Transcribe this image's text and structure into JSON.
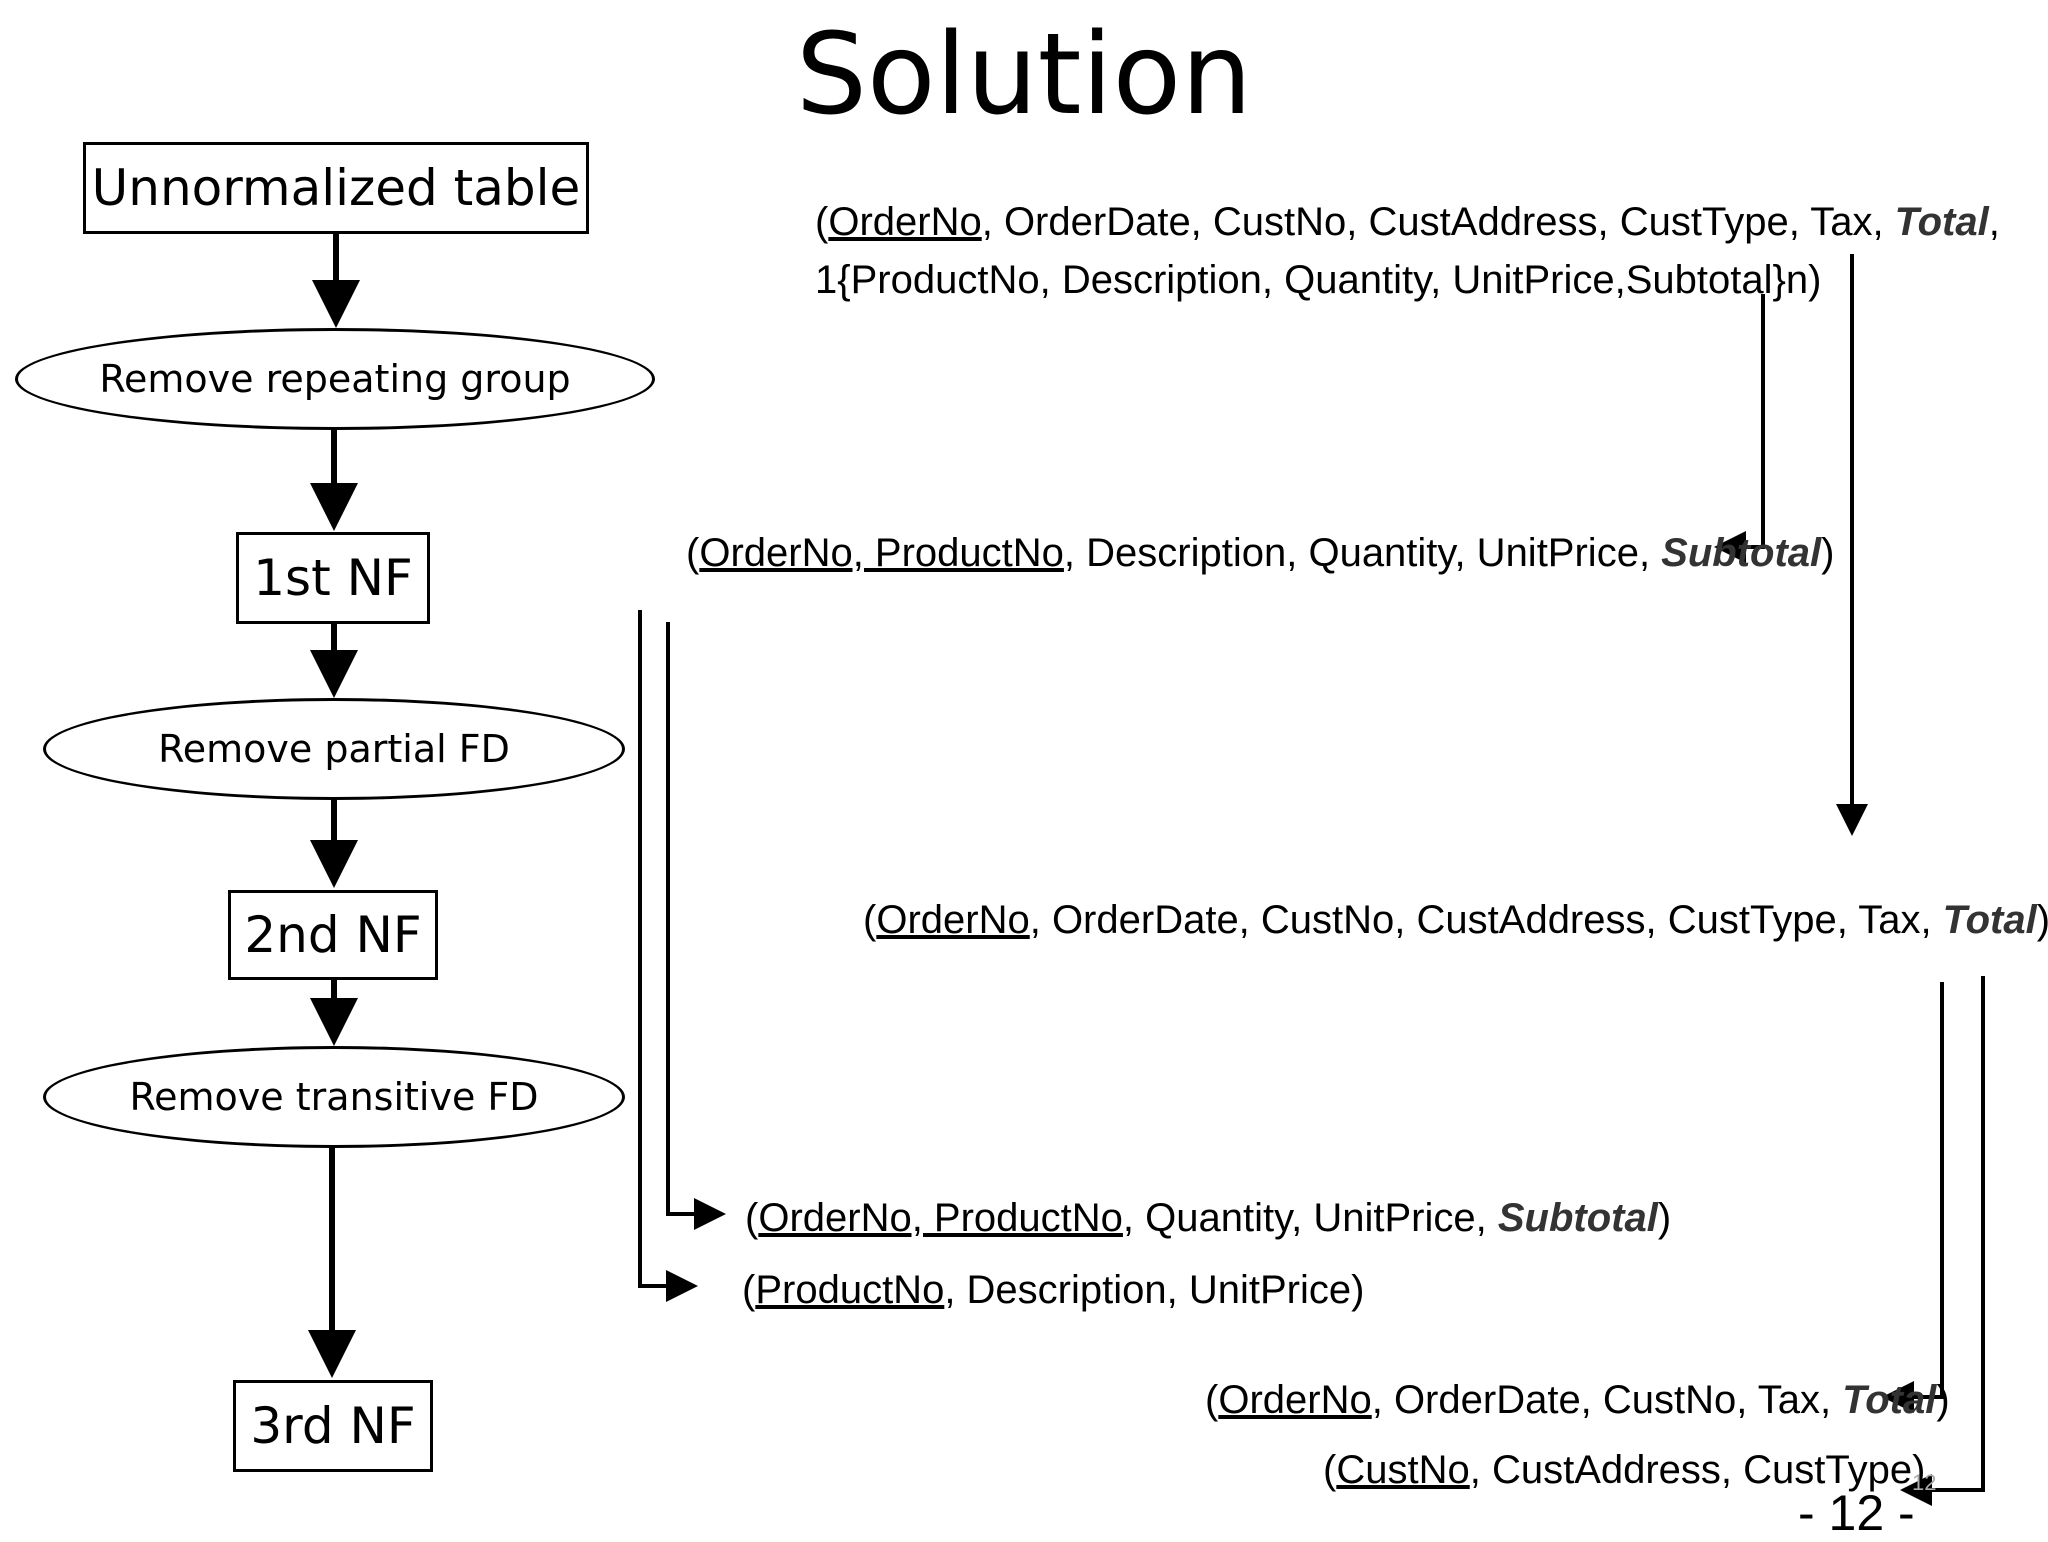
{
  "title": "Solution",
  "flow": {
    "unnormalized": "Unnormalized table",
    "remove_repeating": "Remove repeating group",
    "nf1": "1st NF",
    "remove_partial": "Remove partial  FD",
    "nf2": "2nd NF",
    "remove_transitive": "Remove transitive FD",
    "nf3": "3rd NF"
  },
  "relations": {
    "unnormalized": {
      "line1": {
        "open": "(",
        "key": "OrderNo",
        "rest": ", OrderDate, CustNo, CustAddress, CustType, Tax, ",
        "derived": "Total",
        "close": ","
      },
      "line2": "1{ProductNo, Description, Quantity, UnitPrice,Subtotal}n)"
    },
    "nf1_order_product": {
      "open": "(",
      "key": "OrderNo, ProductNo",
      "rest": ", Description, Quantity, UnitPrice, ",
      "derived": "Subtotal",
      "close": ")"
    },
    "nf1_order": {
      "open": "(",
      "key": "OrderNo",
      "rest": ", OrderDate, CustNo, CustAddress, CustType, Tax, ",
      "derived": "Total",
      "close": ")"
    },
    "nf2_order_line": {
      "open": "(",
      "key": "OrderNo, ProductNo",
      "rest": ", Quantity, UnitPrice, ",
      "derived": "Subtotal",
      "close": ")"
    },
    "nf2_product": {
      "open": "(",
      "key": "ProductNo",
      "rest": ", Description, UnitPrice)"
    },
    "nf3_order": {
      "open": "(",
      "key": "OrderNo",
      "rest": ", OrderDate, CustNo, Tax, ",
      "derived": "Total",
      "close": ")"
    },
    "nf3_customer": {
      "open": "(",
      "key": "CustNo",
      "rest": ", CustAddress, CustType)"
    }
  },
  "footer": {
    "page_number": "- 12 -",
    "slide_index": "12"
  }
}
